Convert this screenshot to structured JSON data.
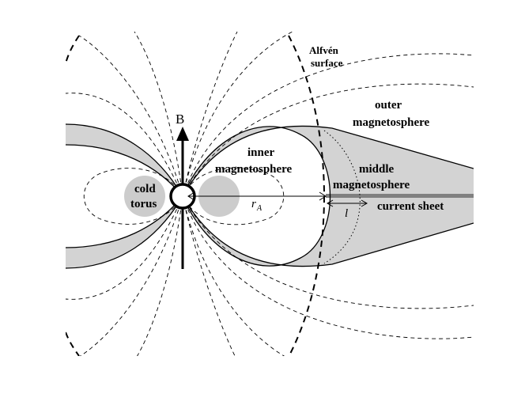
{
  "labels": {
    "alfven_line1": "Alfvén",
    "alfven_line2": "surface",
    "b_field": "B",
    "outer_line1": "outer",
    "outer_line2": "magnetosphere",
    "inner_line1": "inner",
    "inner_line2": "magnetosphere",
    "middle_line1": "middle",
    "middle_line2": "magnetosphere",
    "cold_line1": "cold",
    "cold_line2": "torus",
    "r_a": "r",
    "r_a_sub": "A",
    "l_symbol": "l",
    "current_sheet": "current sheet"
  },
  "colors": {
    "magnetosphere_fill": "#d3d3d3",
    "torus_fill": "#cccccc",
    "current_sheet": "#808080",
    "lines": "#000000"
  }
}
